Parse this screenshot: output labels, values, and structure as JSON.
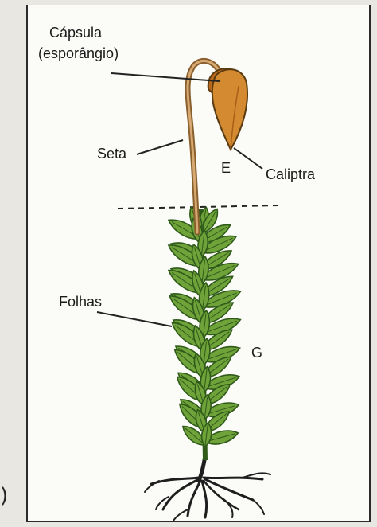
{
  "labels": {
    "capsula_line1": "Cápsula",
    "capsula_line2": "(esporângio)",
    "seta": "Seta",
    "e_marker": "E",
    "caliptra": "Caliptra",
    "folhas": "Folhas",
    "g_marker": "G"
  },
  "colors": {
    "leaf": "#6fa33a",
    "leaf_dark": "#2f5a1a",
    "stalk": "#b9874f",
    "capsule": "#c97a25",
    "calyptra": "#d99a3e",
    "root": "#1e1e1e",
    "line": "#222222"
  },
  "icons": {
    "corner_mark": ")"
  }
}
